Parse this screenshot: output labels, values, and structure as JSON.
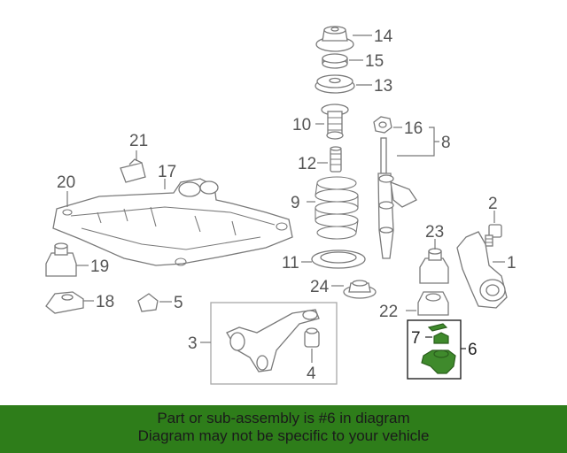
{
  "callouts": [
    "1",
    "2",
    "3",
    "4",
    "5",
    "6",
    "7",
    "8",
    "9",
    "10",
    "11",
    "12",
    "13",
    "14",
    "15",
    "16",
    "17",
    "18",
    "19",
    "20",
    "21",
    "22",
    "23",
    "24"
  ],
  "banner": {
    "line1": "Part or sub-assembly is #6 in diagram",
    "line2": "Diagram may not be specific to your vehicle"
  },
  "colors": {
    "highlight": "#3f8a2c",
    "banner": "#2e7d1a",
    "line": "#7a7a7a"
  }
}
